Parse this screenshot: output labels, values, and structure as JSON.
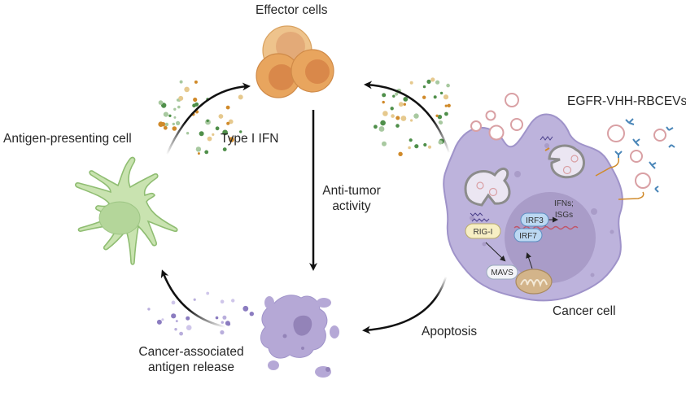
{
  "title": "EGFR-VHH-RBCEV mediated anti-tumor immune cycle",
  "labels": {
    "effector_cells": "Effector cells",
    "antigen_presenting_cell": "Antigen-presenting cell",
    "type_i_ifn": "Type I IFN",
    "anti_tumor_line1": "Anti-tumor",
    "anti_tumor_line2": "activity",
    "egfr_rbcevs": "EGFR-VHH-RBCEVs",
    "cancer_cell": "Cancer cell",
    "apoptosis": "Apoptosis",
    "antigen_release_line1": "Cancer-associated",
    "antigen_release_line2": "antigen release"
  },
  "intracellular": {
    "rig_i": "RIG-I",
    "mavs": "MAVS",
    "irf3": "IRF3",
    "irf7": "IRF7",
    "ifns_line1": "IFNs;",
    "ifns_line2": "ISGs"
  },
  "colors": {
    "effector_cell": "#e8a55e",
    "apc_cell": "#c9e3b0",
    "cancer_cell": "#bdb3dc",
    "nucleus": "#a99cc8",
    "rbcev": "#d9a0a4",
    "ifn_green": "#4f8f4a",
    "ifn_orange": "#d08a2a",
    "antigen_purple": "#8b7cc0",
    "irf_box": "#bcd8f2",
    "rig_box": "#f7efc4",
    "mito": "#d3b48a",
    "arrow": "#111111"
  }
}
